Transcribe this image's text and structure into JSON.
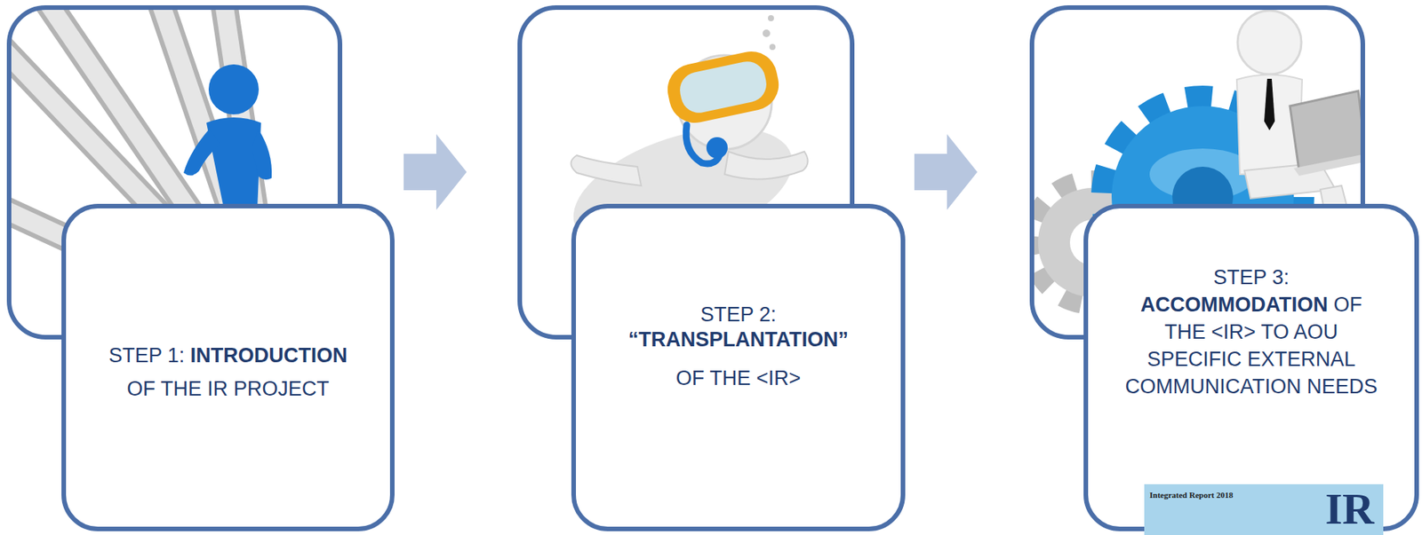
{
  "diagram": {
    "nodes": [
      {
        "text": [
          "STEP 1: INTRODUCTION OF THE IR PROJECT"
        ]
      },
      {
        "text": [
          "STEP 2: “TRANSPLANTATION” OF THE <IR>"
        ]
      },
      {
        "text": [
          "STEP 3: ACCOMMODATION OF THE <IR> TO AOU SPECIFIC EXTERNAL COMMUNICATION NEEDS"
        ]
      }
    ],
    "edges": [
      {
        "from": 0,
        "to": 1,
        "arrow": "to"
      },
      {
        "from": 1,
        "to": 2,
        "arrow": "to"
      }
    ],
    "labels": [
      "Integrated Report 2018",
      "IR"
    ]
  }
}
